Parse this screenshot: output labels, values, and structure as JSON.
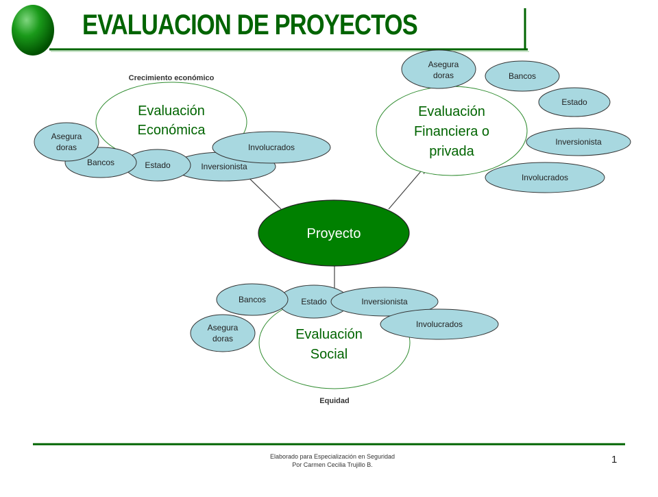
{
  "title": "EVALUACION DE PROYECTOS",
  "center": {
    "label": "Proyecto"
  },
  "economic": {
    "title_line1": "Evaluación",
    "title_line2": "Económica",
    "top_label": "Crecimiento económico",
    "nodes": {
      "inversionista": "Inversionista",
      "estado": "Estado",
      "bancos": "Bancos",
      "aseguradoras_1": "Asegura",
      "aseguradoras_2": "doras",
      "involucrados": "Involucrados"
    }
  },
  "financial": {
    "title_line1": "Evaluación",
    "title_line2": "Financiera o",
    "title_line3": "privada",
    "nodes": {
      "aseguradoras_1": "Asegura",
      "aseguradoras_2": "doras",
      "bancos": "Bancos",
      "estado": "Estado",
      "inversionista": "Inversionista",
      "involucrados": "Involucrados"
    }
  },
  "social": {
    "title_line1": "Evaluación",
    "title_line2": "Social",
    "bottom_label": "Equidad",
    "nodes": {
      "bancos": "Bancos",
      "estado": "Estado",
      "inversionista": "Inversionista",
      "aseguradoras_1": "Asegura",
      "aseguradoras_2": "doras",
      "involucrados": "Involucrados"
    }
  },
  "footer": {
    "line1": "Elaborado para Especialización en Seguridad",
    "line2": "Por Carmen Cecilia Trujillo B.",
    "page_number": "1"
  },
  "colors": {
    "title": "#006400",
    "center_node": "#008000",
    "stakeholder_fill": "#a8d8e0",
    "outline_green": "#2e8b2e"
  }
}
